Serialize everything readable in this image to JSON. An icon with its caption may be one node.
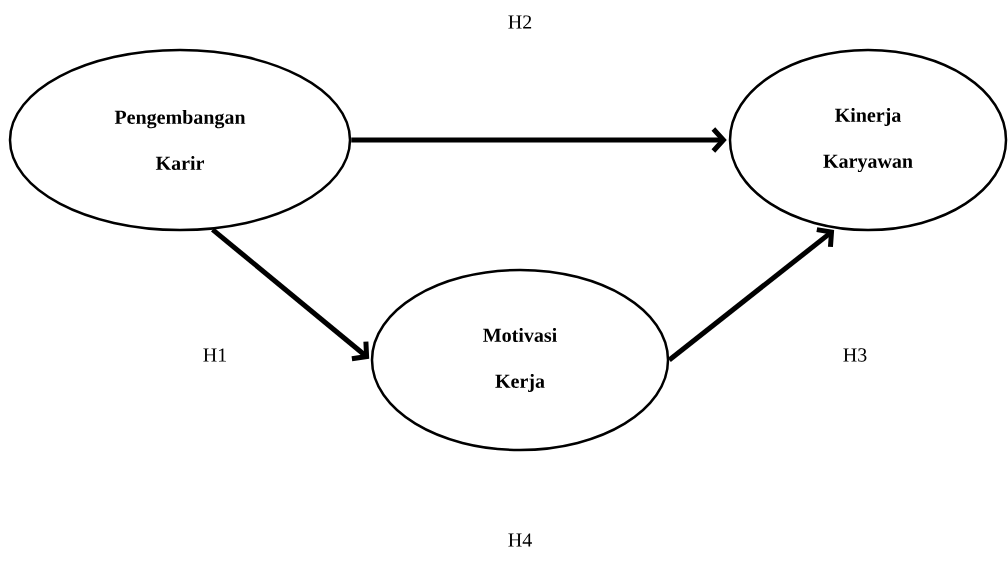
{
  "diagram": {
    "nodes": [
      {
        "text": [
          "Pengembangan Karir"
        ]
      },
      {
        "text": [
          "Kinerja Karyawan"
        ]
      },
      {
        "text": [
          "Motivasi Kerja"
        ]
      }
    ],
    "edges": [
      {
        "from": 0,
        "to": 1,
        "arrow": "to"
      },
      {
        "from": 0,
        "to": 2,
        "arrow": "to"
      },
      {
        "from": 2,
        "to": 1,
        "arrow": "to"
      }
    ],
    "labels": [
      "H2",
      "H1",
      "H3",
      "H4"
    ]
  }
}
